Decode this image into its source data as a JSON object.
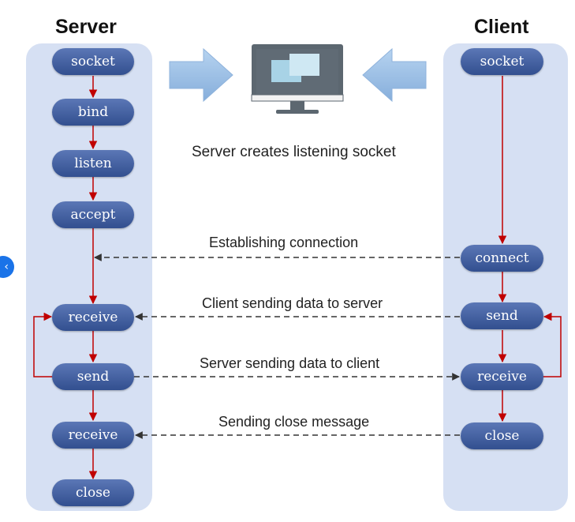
{
  "server": {
    "title": "Server",
    "nodes": [
      "socket",
      "bind",
      "listen",
      "accept",
      "receive",
      "send",
      "receive",
      "close"
    ]
  },
  "client": {
    "title": "Client",
    "nodes": [
      "socket",
      "connect",
      "send",
      "receive",
      "close"
    ]
  },
  "caption": "Server creates listening socket",
  "messages": {
    "connect": "Establishing connection",
    "client_send": "Client sending data to server",
    "server_send": "Server sending data to client",
    "close": "Sending close message"
  },
  "colors": {
    "node_fill": "#3e5a9c",
    "column_bg": "#d6e0f3",
    "flow_arrow": "#c00000",
    "message_arrow": "#333333",
    "big_arrow": "#9cc1e8"
  },
  "icons": {
    "computer": "monitor-with-windows-icon",
    "left_arrow": "right-pointing-block-arrow",
    "right_arrow": "left-pointing-block-arrow",
    "toggle": "chevron-left-icon"
  }
}
